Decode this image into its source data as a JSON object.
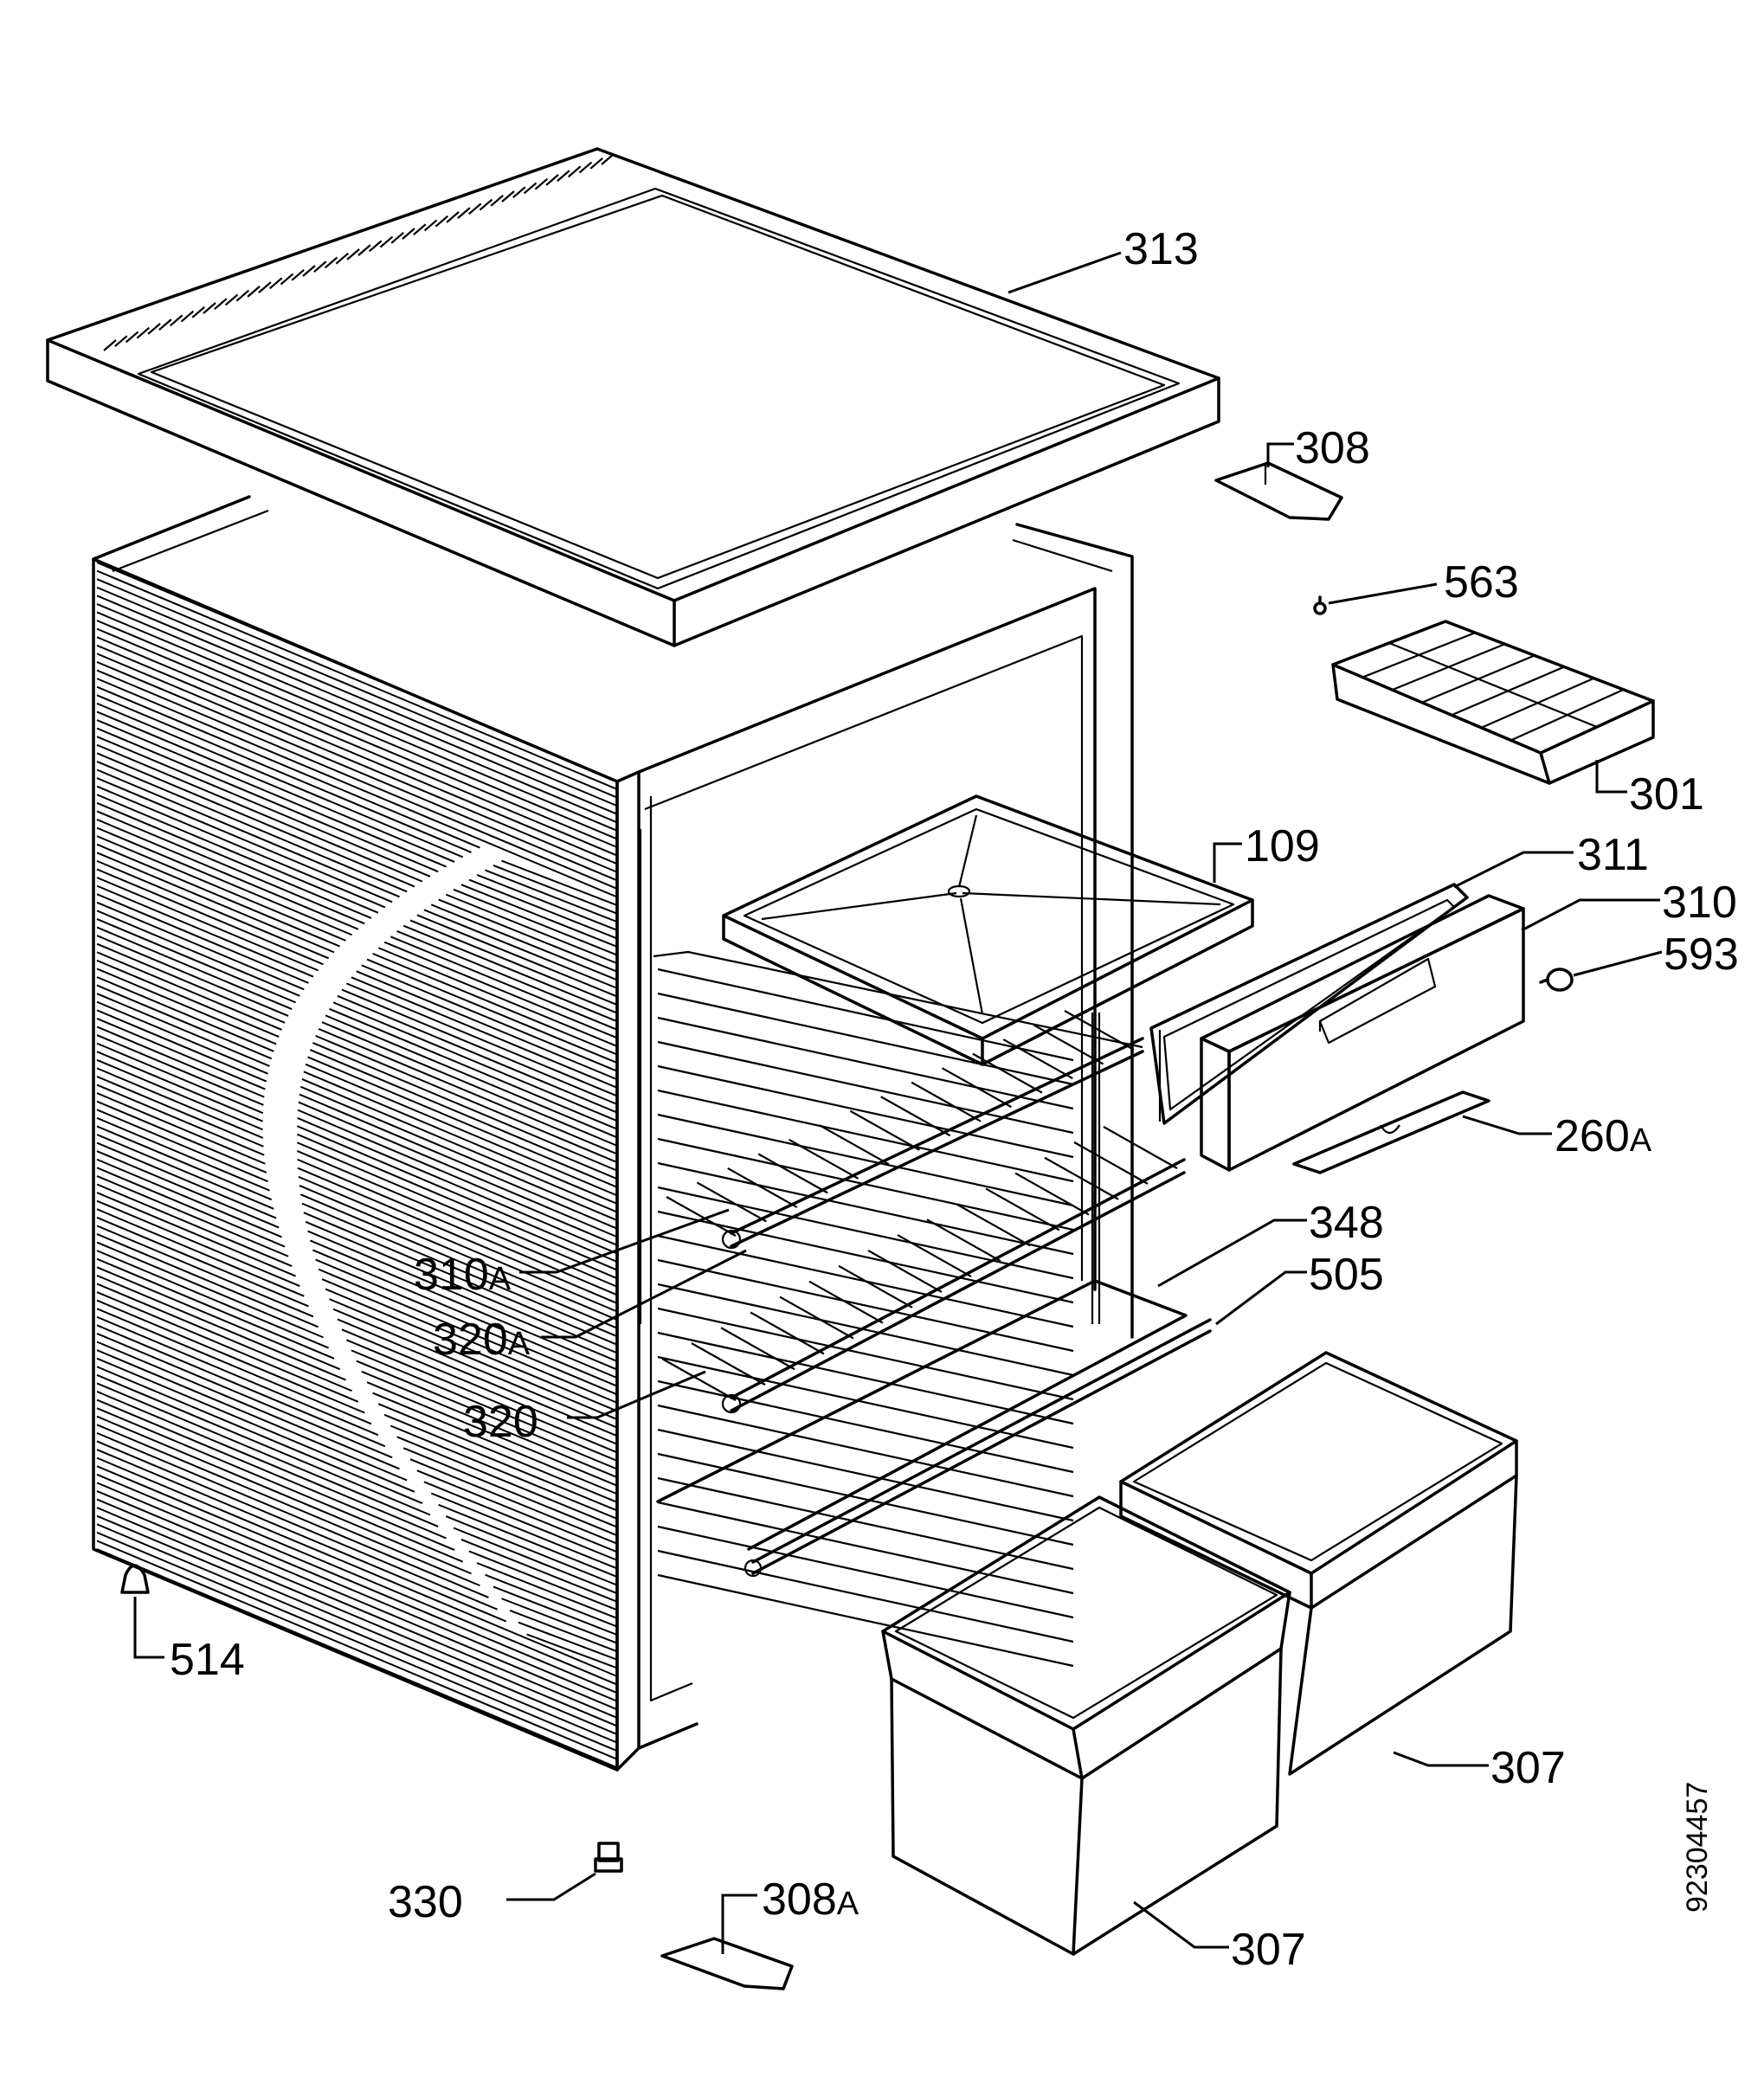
{
  "diagram": {
    "document_number": "92304457",
    "callouts": [
      {
        "id": "313",
        "main": "313",
        "suffix": ""
      },
      {
        "id": "308",
        "main": "308",
        "suffix": ""
      },
      {
        "id": "563",
        "main": "563",
        "suffix": ""
      },
      {
        "id": "301",
        "main": "301",
        "suffix": ""
      },
      {
        "id": "109",
        "main": "109",
        "suffix": ""
      },
      {
        "id": "311",
        "main": "311",
        "suffix": ""
      },
      {
        "id": "310",
        "main": "310",
        "suffix": ""
      },
      {
        "id": "593",
        "main": "593",
        "suffix": ""
      },
      {
        "id": "260A",
        "main": "260",
        "suffix": "A"
      },
      {
        "id": "348",
        "main": "348",
        "suffix": ""
      },
      {
        "id": "505",
        "main": "505",
        "suffix": ""
      },
      {
        "id": "310A",
        "main": "310",
        "suffix": "A"
      },
      {
        "id": "320A",
        "main": "320",
        "suffix": "A"
      },
      {
        "id": "320",
        "main": "320",
        "suffix": ""
      },
      {
        "id": "514",
        "main": "514",
        "suffix": ""
      },
      {
        "id": "307a",
        "main": "307",
        "suffix": ""
      },
      {
        "id": "330",
        "main": "330",
        "suffix": ""
      },
      {
        "id": "308A",
        "main": "308",
        "suffix": "A"
      },
      {
        "id": "307b",
        "main": "307",
        "suffix": ""
      }
    ]
  }
}
